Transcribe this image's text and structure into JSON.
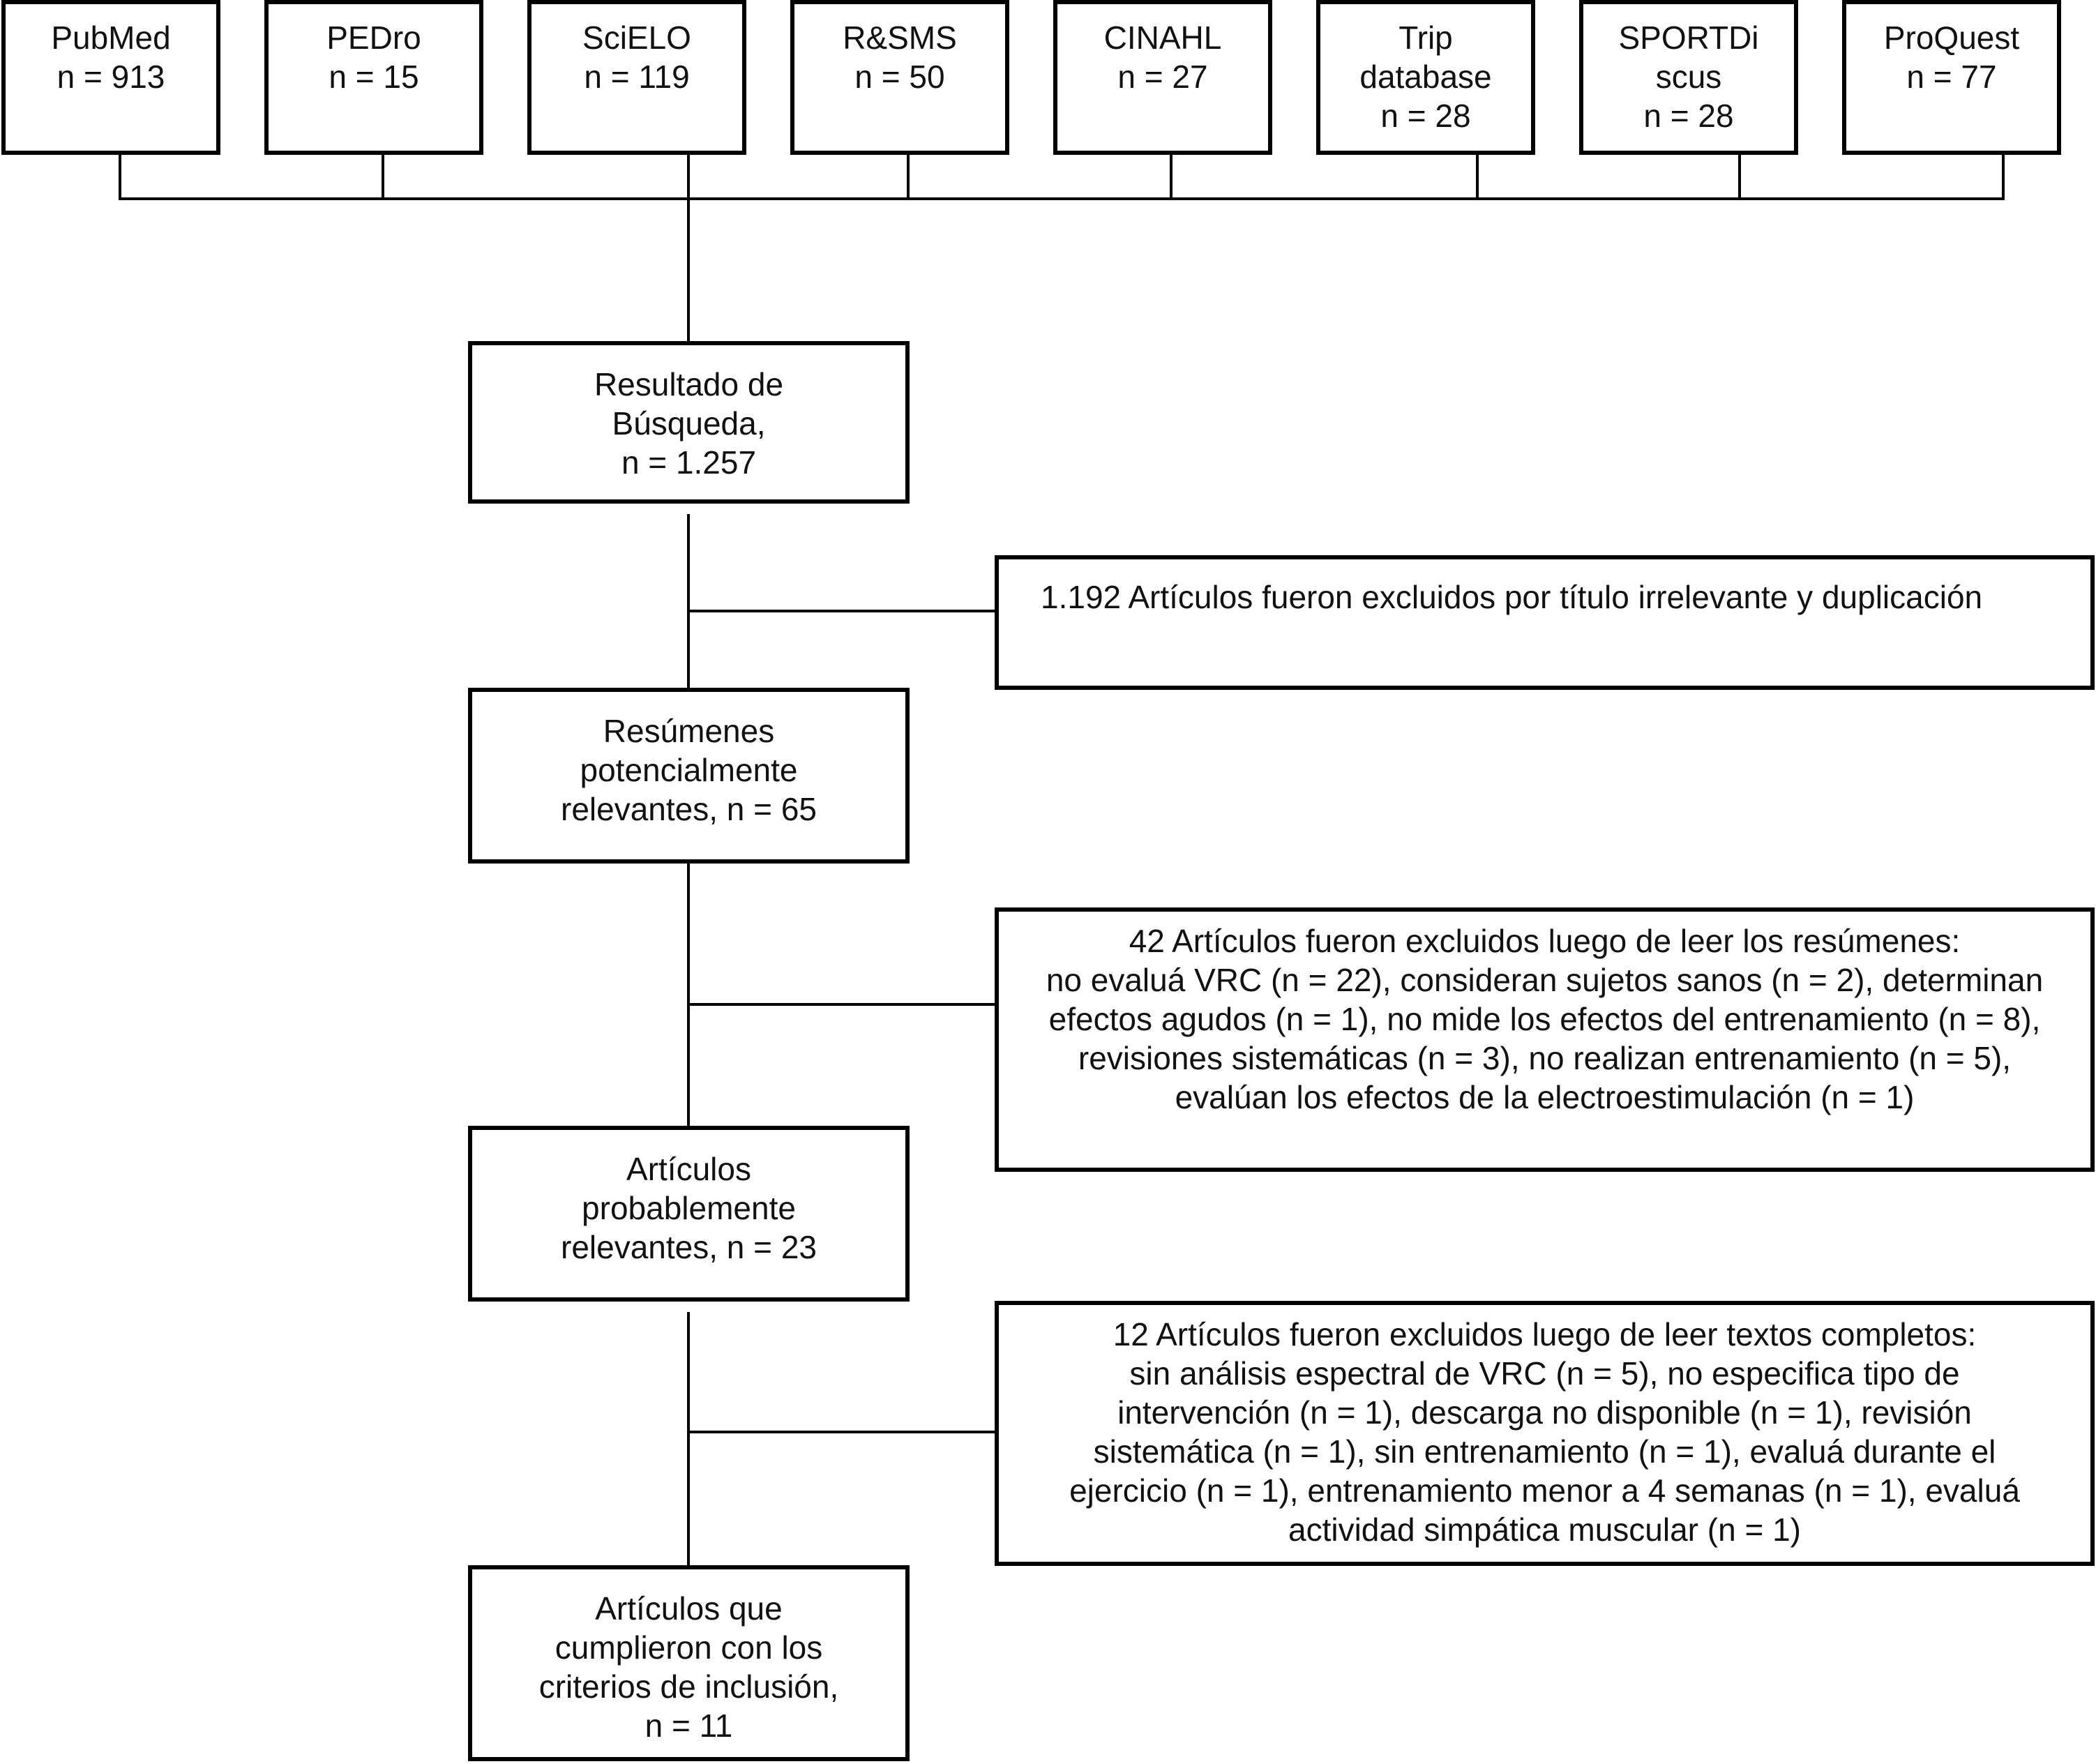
{
  "sources": [
    {
      "name": "PubMed",
      "count": "n = 913"
    },
    {
      "name": "PEDro",
      "count": "n = 15"
    },
    {
      "name": "SciELO",
      "count": "n = 119"
    },
    {
      "name": "R&SMS",
      "count": "n = 50"
    },
    {
      "name": "CINAHL",
      "count": "n = 27"
    },
    {
      "name": "Trip\ndatabase",
      "count": "n = 28"
    },
    {
      "name": "SPORTDi\nscus",
      "count": "n = 28"
    },
    {
      "name": "ProQuest",
      "count": "n = 77"
    }
  ],
  "main_steps": [
    {
      "text": "Resultado de\nBúsqueda,\nn = 1.257"
    },
    {
      "text": "Resúmenes\npotencialmente\nrelevantes, n = 65"
    },
    {
      "text": "Artículos\nprobablemente\nrelevantes, n = 23"
    },
    {
      "text": "Artículos que\ncumplieron con los\ncriterios de inclusión,\nn = 11"
    }
  ],
  "exclusions": [
    {
      "text": "1.192 Artículos fueron excluidos por título irrelevante y duplicación"
    },
    {
      "text": "42 Artículos fueron excluidos luego de leer los resúmenes:\nno evaluá VRC (n = 22), consideran sujetos sanos (n = 2), determinan\nefectos agudos (n = 1), no mide los efectos del entrenamiento (n = 8),\nrevisiones sistemáticas (n = 3), no realizan entrenamiento (n = 5),\nevalúan los efectos de la electroestimulación (n = 1)"
    },
    {
      "text": "12 Artículos fueron excluidos luego de leer textos completos:\nsin análisis espectral de VRC (n = 5), no especifica tipo de\nintervención (n = 1),  descarga no disponible (n = 1), revisión\nsistemática (n = 1), sin entrenamiento (n = 1), evaluá durante el\nejercicio (n = 1), entrenamiento menor a 4 semanas (n = 1), evaluá\nactividad simpática muscular (n = 1)"
    }
  ]
}
